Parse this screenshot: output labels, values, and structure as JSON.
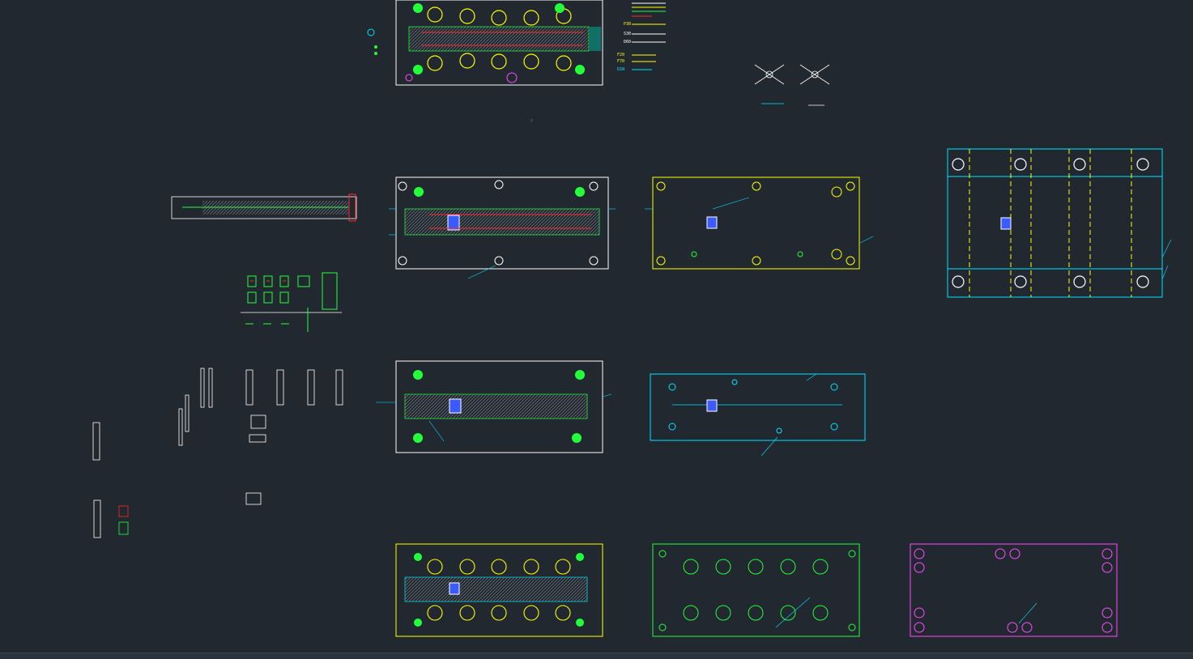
{
  "app": "CAD drawing viewport (mold plate layout)",
  "colors": {
    "background": "#212830",
    "cyan": "#00e5ff",
    "green": "#23ff3a",
    "yellow": "#ffff00",
    "red": "#ff2a2a",
    "white": "#ffffff",
    "magenta": "#ff4dff",
    "blue": "#3b5bff",
    "gray": "#8a8f96"
  },
  "legend": {
    "labels": [
      "P30",
      "S30",
      "D60",
      "F20",
      "F70",
      "D1N"
    ]
  },
  "tiny_marks": {
    "circle_mark": "○"
  },
  "icons": [
    "cad-drawing-icon",
    "hole-circle-icon",
    "dimension-line-icon"
  ]
}
